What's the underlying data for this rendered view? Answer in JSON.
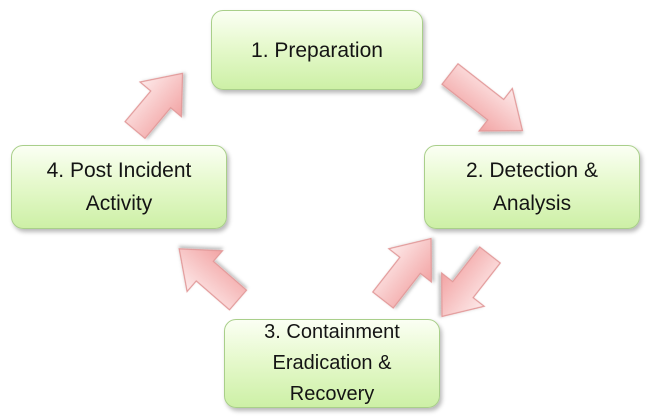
{
  "diagram": {
    "stages": [
      {
        "label": "1. Preparation"
      },
      {
        "label": "2. Detection &\nAnalysis"
      },
      {
        "label": "3. Containment\nEradication &\nRecovery"
      },
      {
        "label": "4. Post Incident\nActivity"
      }
    ],
    "colors": {
      "box_fill_top": "#fbfff4",
      "box_fill_bottom": "#cdf0a6",
      "box_border": "#a9cf8a",
      "arrow_fill_light": "#fde4e4",
      "arrow_fill_dark": "#f3a6a6",
      "arrow_stroke": "#e29a9a"
    }
  }
}
